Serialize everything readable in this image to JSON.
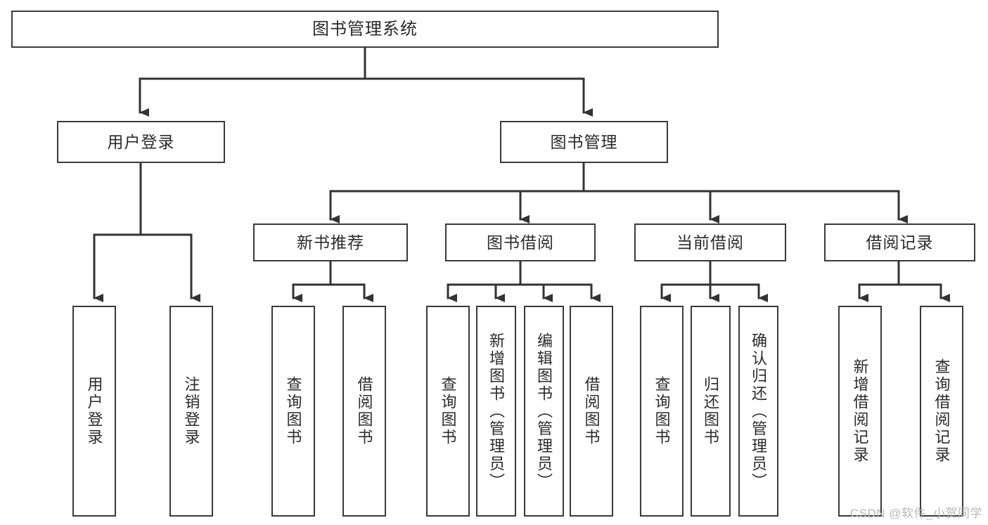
{
  "diagram": {
    "title": "图书管理系统",
    "type": "tree-hierarchy",
    "watermark": "CSDN @软件_小贺同学",
    "colors": {
      "box_border": "#3a3a3a",
      "box_fill": "#ffffff",
      "edge": "#333333",
      "text": "#2b2b2b",
      "watermark": "#b9b9b9",
      "background": "#ffffff"
    },
    "levels": {
      "root": {
        "label": "图书管理系统"
      },
      "level2": [
        {
          "label": "用户登录"
        },
        {
          "label": "图书管理"
        }
      ],
      "level3": [
        {
          "label": "新书推荐"
        },
        {
          "label": "图书借阅"
        },
        {
          "label": "当前借阅"
        },
        {
          "label": "借阅记录"
        }
      ],
      "leaves": {
        "user_login": [
          {
            "label": "用户登录"
          },
          {
            "label": "注销登录"
          }
        ],
        "new_book_recommend": [
          {
            "label": "查询图书"
          },
          {
            "label": "借阅图书"
          }
        ],
        "book_borrow": [
          {
            "label": "查询图书"
          },
          {
            "label": "新增图书（管理员）"
          },
          {
            "label": "编辑图书（管理员）"
          },
          {
            "label": "借阅图书"
          }
        ],
        "current_borrow": [
          {
            "label": "查询图书"
          },
          {
            "label": "归还图书"
          },
          {
            "label": "确认归还（管理员）"
          }
        ],
        "borrow_record": [
          {
            "label": "新增借阅记录"
          },
          {
            "label": "查询借阅记录"
          }
        ]
      }
    }
  }
}
